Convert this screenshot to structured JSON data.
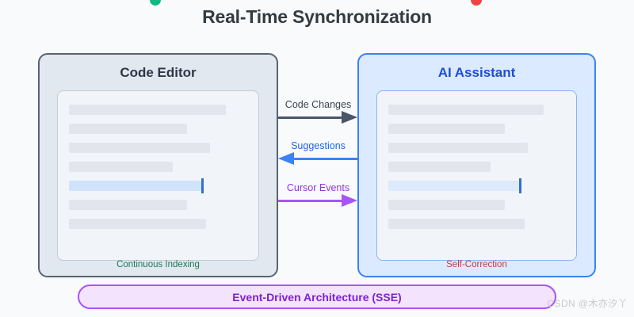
{
  "page": {
    "title": "Real-Time Synchronization",
    "background_color": "#f8fafb",
    "watermark": "CSDN @木亦汐丫"
  },
  "status_dots": [
    {
      "name": "green-dot",
      "color": "#10b981"
    },
    {
      "name": "red-dot",
      "color": "#ef4444"
    }
  ],
  "panels": {
    "code_editor": {
      "title": "Code Editor",
      "footer": "Continuous Indexing",
      "footer_color": "#197a53",
      "border_color": "#5a6274",
      "background_color": "#e2e8f0",
      "code_lines": [
        {
          "width_pct": 88,
          "active": false
        },
        {
          "width_pct": 66,
          "active": false
        },
        {
          "width_pct": 79,
          "active": false
        },
        {
          "width_pct": 58,
          "active": false
        },
        {
          "width_pct": 74,
          "active": true
        },
        {
          "width_pct": 66,
          "active": false
        },
        {
          "width_pct": 77,
          "active": false
        }
      ]
    },
    "ai_assistant": {
      "title": "AI Assistant",
      "footer": "Self-Correction",
      "footer_color": "#c43c3c",
      "border_color": "#3b82f6",
      "background_color": "#dbeafe",
      "code_lines": [
        {
          "width_pct": 88,
          "active": false
        },
        {
          "width_pct": 66,
          "active": false
        },
        {
          "width_pct": 79,
          "active": false
        },
        {
          "width_pct": 58,
          "active": false
        },
        {
          "width_pct": 74,
          "active": true
        },
        {
          "width_pct": 66,
          "active": false
        },
        {
          "width_pct": 77,
          "active": false
        }
      ]
    }
  },
  "connectors": [
    {
      "label": "Code Changes",
      "direction": "right",
      "color": "#4a5568",
      "from": "code_editor",
      "to": "ai_assistant"
    },
    {
      "label": "Suggestions",
      "direction": "left",
      "color": "#3b82f6",
      "from": "ai_assistant",
      "to": "code_editor"
    },
    {
      "label": "Cursor Events",
      "direction": "right",
      "color": "#a855f7",
      "from": "code_editor",
      "to": "ai_assistant"
    }
  ],
  "event_bus": {
    "label": "Event-Driven Architecture (SSE)",
    "border_color": "#a855f7",
    "background_color": "#f3e3fc",
    "text_color": "#7e22ce"
  }
}
